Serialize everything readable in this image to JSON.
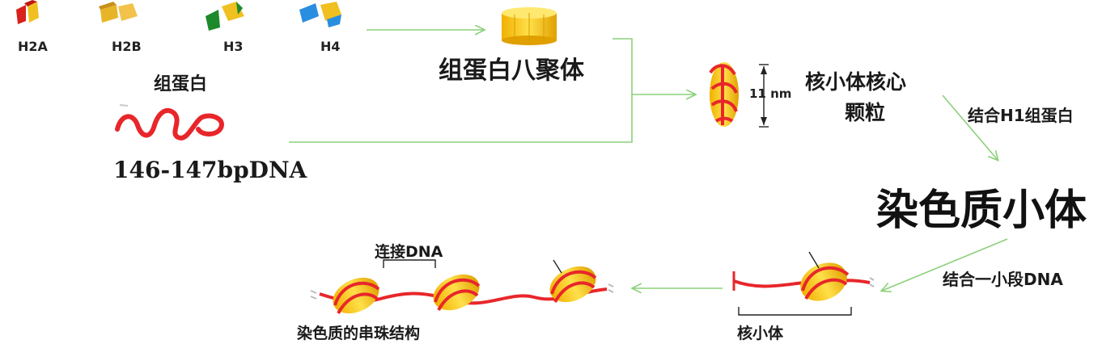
{
  "histones": {
    "h2a": "H2A",
    "h2b": "H2B",
    "h3": "H3",
    "h4": "H4"
  },
  "labels": {
    "histone": "组蛋白",
    "octamer": "组蛋白八聚体",
    "dna_length": "146-147bpDNA",
    "nm": "11 nm",
    "core_particle_line1": "核小体核心",
    "core_particle_line2": "颗粒",
    "bind_h1": "结合H1组蛋白",
    "chromatosome": "染色质小体",
    "bind_dna": "结合一小段DNA",
    "nucleosome": "核小体",
    "linker_dna": "连接DNA",
    "beads_on_string": "染色质的串珠结构"
  },
  "colors": {
    "arrow": "#8cd07a",
    "core_yellow": "#f5c818",
    "dna_red": "#e8262a",
    "h2a": "#d8201c",
    "h2b": "#e8b428",
    "h3": "#1c8a2a",
    "h4": "#2a8ee0"
  }
}
